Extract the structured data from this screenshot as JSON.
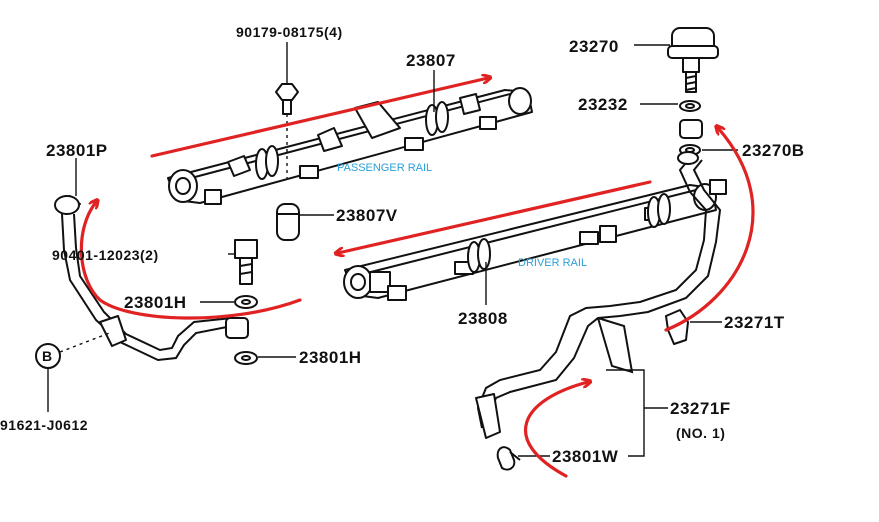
{
  "labels": {
    "p90179": "90179-08175(4)",
    "p23807": "23807",
    "p23270": "23270",
    "p23232": "23232",
    "p23801P": "23801P",
    "p23270B": "23270B",
    "p23807V": "23807V",
    "p90401": "90401-12023(2)",
    "p23801H_a": "23801H",
    "p23801H_b": "23801H",
    "pB": "B",
    "p91621": "91621-J0612",
    "p23808": "23808",
    "p23271T": "23271T",
    "p23271F": "23271F",
    "pNo1": "(NO. 1)",
    "p23801W": "23801W"
  },
  "rails": {
    "passenger": "PASSENGER RAIL",
    "driver": "DRIVER RAIL"
  },
  "colors": {
    "arrow": "#e02222",
    "rail_label": "#2aa0d8",
    "line": "#111111"
  }
}
